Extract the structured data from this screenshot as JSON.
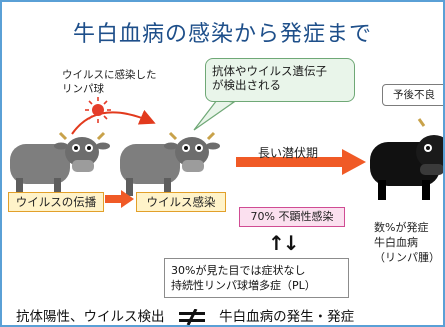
{
  "title": "牛白血病の感染から発症まで",
  "virus_note": "ウイルスに感染した\nリンパ球",
  "callout": "抗体やウイルス遺伝子\nが検出される",
  "prognosis": "予後不良",
  "latent_label": "長い潜伏期",
  "transmission_label": "ウイルスの伝播",
  "infection_label": "ウイルス感染",
  "pl_percent_label": "70% 不顕性感染",
  "arrows_updown": "↑↓",
  "pl_note": "30%が見た目では症状なし\n持続性リンパ球増多症（PL）",
  "outcome": "数%が発症\n牛白血病\n（リンパ腫）",
  "bottom": {
    "left": "抗体陽性、ウイルス検出",
    "right": "牛白血病の発生・発症"
  },
  "colors": {
    "title": "#1e4f8a",
    "border": "#5aa0d6",
    "arrow_red": "#e23a1d",
    "arrow_orange": "#f05a26",
    "cow_gray": "#7e7e7e",
    "cow_black": "#111111",
    "virus_red": "#e53d2a"
  }
}
